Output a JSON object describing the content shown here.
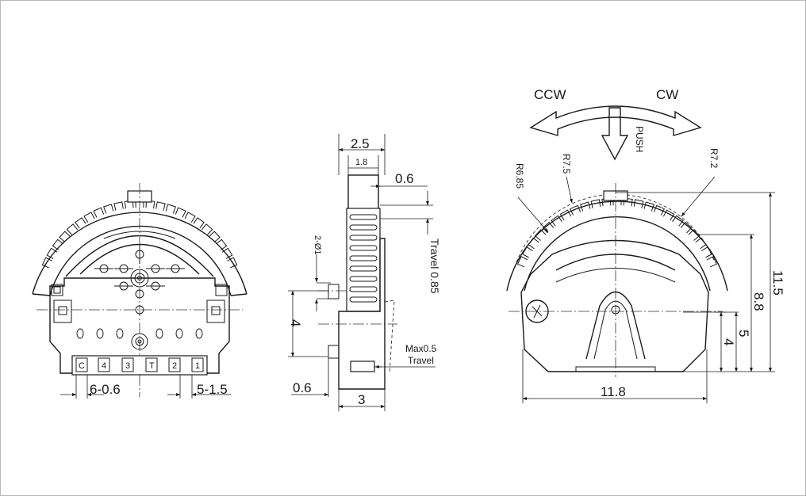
{
  "front_view": {
    "pins": [
      "C",
      "4",
      "3",
      "T",
      "2",
      "1"
    ],
    "dim_pitch": "6-0.6",
    "dim_pad": "5-1.5"
  },
  "side_view": {
    "dim_width": "2.5",
    "dim_inner": "1.8",
    "dim_step": "0.6",
    "dim_hole": "2-Ø1",
    "dim_travel": "Travel 0.85",
    "dim_height": "4",
    "dim_max": "Max0.5",
    "dim_max_travel": "Travel",
    "dim_offset": "0.6",
    "dim_base": "3"
  },
  "rear_view": {
    "ccw": "CCW",
    "cw": "CW",
    "push": "PUSH",
    "r1": "R6.85",
    "r2": "R7.5",
    "r3": "R7.2",
    "dim_total_height": "11.5",
    "dim_h2": "8.8",
    "dim_h3": "5",
    "dim_h4": "4",
    "dim_width": "11.8"
  }
}
